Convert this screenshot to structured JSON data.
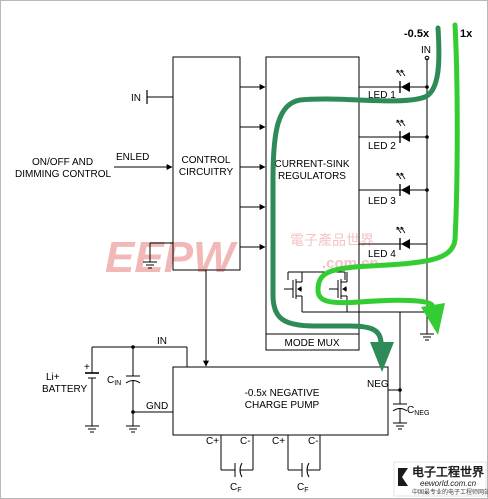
{
  "labels": {
    "ratio_half": "-0.5x",
    "ratio_one": "1x",
    "in_top": "IN",
    "in_left": "IN",
    "led1": "LED 1",
    "led2": "LED 2",
    "led3": "LED 3",
    "led4": "LED 4",
    "onoff_line1": "ON/OFF AND",
    "onoff_line2": "DIMMING CONTROL",
    "enled": "ENLED",
    "control_line1": "CONTROL",
    "control_line2": "CIRCUITRY",
    "csr_line1": "CURRENT-SINK",
    "csr_line2": "REGULATORS",
    "mode_mux": "MODE MUX",
    "in_pump": "IN",
    "battery_line1": "Li+",
    "battery_line2": "BATTERY",
    "cin_main": "C",
    "cin_sub": "IN",
    "gnd": "GND",
    "pump_line1": "-0.5x NEGATIVE",
    "pump_line2": "CHARGE PUMP",
    "neg": "NEG",
    "cneg_main": "C",
    "cneg_sub": "NEG",
    "cplus1": "C+",
    "cminus1": "C-",
    "cplus2": "C+",
    "cminus2": "C-",
    "cf1_main": "C",
    "cf1_sub": "F",
    "cf2_main": "C",
    "cf2_sub": "F"
  },
  "watermark": {
    "logo": "EEPW",
    "chinese": "電子產品世界",
    "url": ".com.cn"
  },
  "corner_logo": {
    "chinese": "电子工程世界",
    "url": "eeworld.com.cn",
    "tagline": "中国最专业的电子工程师网站"
  },
  "colors": {
    "path_green": "#2e8b57",
    "path_bright_green": "#33cc33",
    "watermark_red": "#f2b8b8",
    "line": "#000000"
  }
}
